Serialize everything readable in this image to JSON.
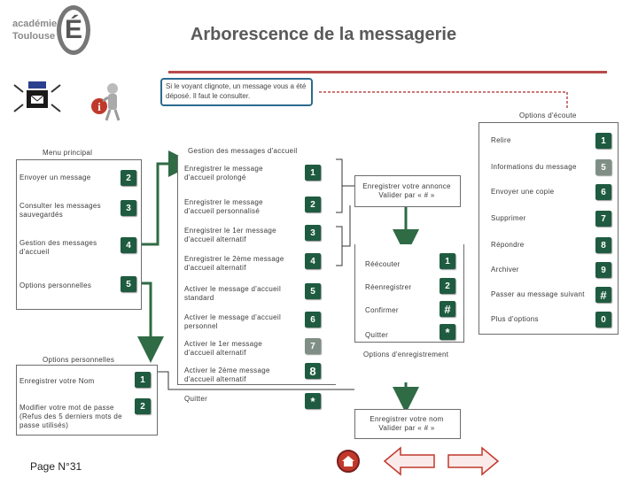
{
  "title": "Arborescence de la messagerie",
  "logo": {
    "line1": "académie",
    "line2": "Toulouse",
    "letter": "É"
  },
  "callout": "Si le voyant clignote, un message vous a été déposé. Il faut le consulter.",
  "menu_principal": {
    "header": "Menu principal",
    "items": [
      {
        "label": "Envoyer un message",
        "key": "2"
      },
      {
        "label": "Consulter les messages sauvegardés",
        "key": "3"
      },
      {
        "label": "Gestion des messages d'accueil",
        "key": "4"
      },
      {
        "label": "Options personnelles",
        "key": "5"
      }
    ]
  },
  "gestion_accueil": {
    "header": "Gestion des messages d'accueil",
    "items": [
      {
        "label": "Enregistrer le message d'accueil prolongé",
        "key": "1"
      },
      {
        "label": "Enregistrer le message d'accueil personnalisé",
        "key": "2"
      },
      {
        "label": "Enregistrer le 1er message d'accueil alternatif",
        "key": "3"
      },
      {
        "label": "Enregistrer le 2ème message d'accueil alternatif",
        "key": "4"
      },
      {
        "label": "Activer le message d'accueil standard",
        "key": "5"
      },
      {
        "label": "Activer le message d'accueil personnel",
        "key": "6"
      },
      {
        "label": "Activer le 1er message d'accueil alternatif",
        "key": "7"
      },
      {
        "label": "Activer le 2ème message d'accueil alternatif",
        "key": "8"
      },
      {
        "label": "Quitter",
        "key": "*"
      }
    ]
  },
  "annonce": "Enregistrer votre annonce Valider par « # »",
  "options_enregistrement": {
    "header": "Options d'enregistrement",
    "items": [
      {
        "label": "Réécouter",
        "key": "1"
      },
      {
        "label": "Réenregistrer",
        "key": "2"
      },
      {
        "label": "Confirmer",
        "key": "#"
      },
      {
        "label": "Quitter",
        "key": "*"
      }
    ]
  },
  "nom": "Enregistrer votre nom Valider par « # »",
  "options_ecoute": {
    "header": "Options d'écoute",
    "items": [
      {
        "label": "Relire",
        "key": "1"
      },
      {
        "label": "Informations du message",
        "key": "5"
      },
      {
        "label": "Envoyer une copie",
        "key": "6"
      },
      {
        "label": "Supprimer",
        "key": "7"
      },
      {
        "label": "Répondre",
        "key": "8"
      },
      {
        "label": "Archiver",
        "key": "9"
      },
      {
        "label": "Passer au message suivant",
        "key": "#"
      },
      {
        "label": "Plus d'options",
        "key": "0"
      }
    ]
  },
  "options_personnelles": {
    "header": "Options personnelles",
    "items": [
      {
        "label": "Enregistrer votre Nom",
        "key": "1"
      },
      {
        "label": "Modifier votre mot de passe (Refus des 5 derniers mots de passe utilisés)",
        "key": "2"
      }
    ]
  },
  "page": "Page N°31",
  "colors": {
    "key_bg": "#1f5b40",
    "key_dim": "#7f8f86",
    "arrow": "#2f6b45",
    "title_rule": "#b94a4a",
    "callout_border": "#2c6a8e"
  }
}
